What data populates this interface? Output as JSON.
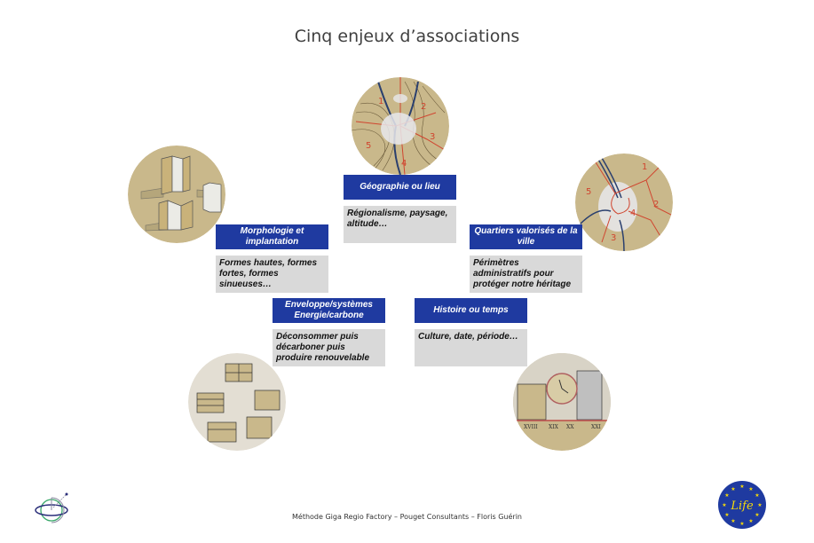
{
  "page": {
    "title": "Cinq enjeux d’associations",
    "footer": "Méthode Giga Regio Factory – Pouget Consultants – Floris Guérin"
  },
  "colors": {
    "heading_bg": "#1f3aa0",
    "description_bg": "#d9d9d9",
    "disc_beige": "#c9b88b",
    "map_red": "#d0452f",
    "map_blue": "#2a3f6e"
  },
  "enjeux": {
    "geographie": {
      "heading": "Géographie ou lieu",
      "description": "Régionalisme, paysage, altitude…",
      "image": "topographic-map-sketch"
    },
    "morphologie": {
      "heading": "Morphologie et implantation",
      "description": "Formes hautes, formes fortes, formes sinueuses…",
      "image": "building-volumes-sketch"
    },
    "quartiers": {
      "heading": "Quartiers valorisés de la ville",
      "description": "Périmètres administratifs pour protéger notre héritage",
      "image": "district-map-sketch"
    },
    "enveloppe": {
      "heading": "Enveloppe/systèmes Energie/carbone",
      "description": "Déconsommer puis décarboner puis produire renouvelable",
      "image": "material-blocks-sketch"
    },
    "histoire": {
      "heading": "Histoire ou temps",
      "description": "Culture, date, période…",
      "image": "clock-timeline-sketch",
      "timeline_labels": [
        "XVIII",
        "XIX",
        "XX",
        "XXI"
      ]
    }
  },
  "logos": {
    "left": "gyroscope-logo",
    "right": {
      "name": "eu-life-logo",
      "text": "Life"
    }
  }
}
